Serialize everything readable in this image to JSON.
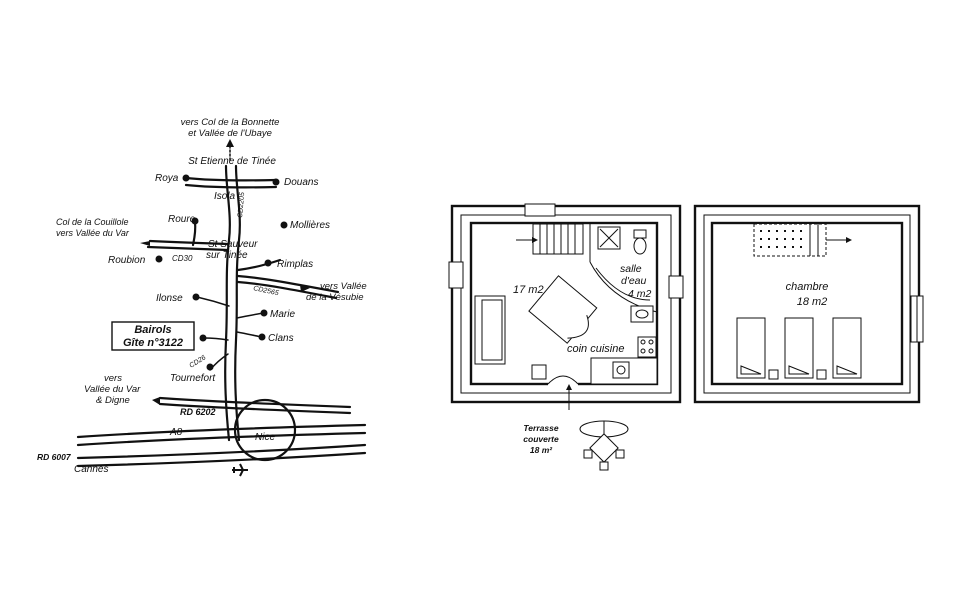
{
  "map": {
    "towns": {
      "col_bonnette_1": "vers Col de la Bonnette",
      "col_bonnette_2": "et Vallée de l'Ubaye",
      "st_etienne": "St Etienne de Tinée",
      "roya": "Roya",
      "douans": "Douans",
      "isola": "Isola",
      "mollieres": "Mollières",
      "roure": "Roure",
      "couillole_1": "Col de la Couillole",
      "couillole_2": "vers Vallée du Var",
      "st_sauveur_1": "St Sauveur",
      "st_sauveur_2": "sur Tinée",
      "roubion": "Roubion",
      "rimplas": "Rimplas",
      "vesubie_1": "vers Vallée",
      "vesubie_2": "de la Vésubie",
      "ilonse": "Ilonse",
      "marie": "Marie",
      "clans": "Clans",
      "tournefort": "Tournefort",
      "var_1": "vers",
      "var_2": "Vallée du Var",
      "var_3": "& Digne",
      "nice": "Nice",
      "cannes": "Cannes"
    },
    "roads": {
      "cd2205": "CD2205",
      "cd30": "CD30",
      "cd2565": "CD2565",
      "cd26": "CD26",
      "rd6202": "RD 6202",
      "a8": "A8",
      "rd6007": "RD 6007"
    },
    "gite": {
      "line1": "Bairols",
      "line2": "Gîte n°3122"
    }
  },
  "plan": {
    "room_main_area": "17 m2",
    "bathroom_1": "salle",
    "bathroom_2": "d'eau",
    "bathroom_area": "4 m2",
    "kitchen": "coin cuisine",
    "bedroom": "chambre",
    "bedroom_area": "18 m2",
    "terrace_1": "Terrasse",
    "terrace_2": "couverte",
    "terrace_3": "18 m²"
  },
  "icons": [
    "north-arrow-icon",
    "airport-plane-icon",
    "parasol-table-icon",
    "stair-arrow-icon",
    "entry-arrow-icon"
  ]
}
